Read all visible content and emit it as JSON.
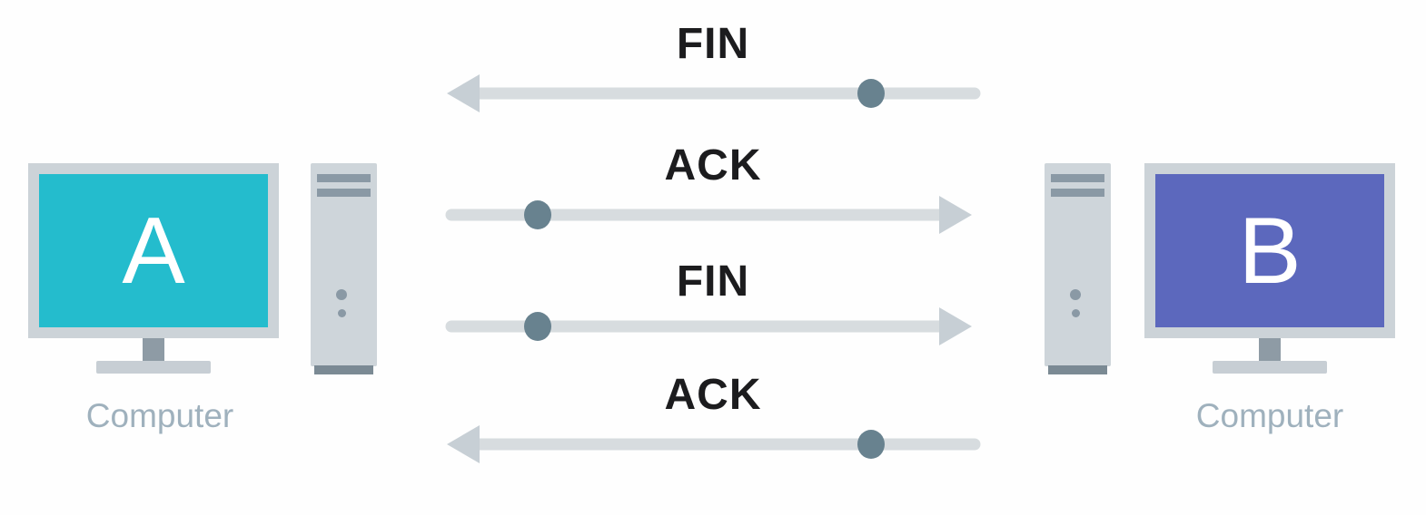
{
  "computers": [
    {
      "letter": "A",
      "label": "Computer",
      "screen_color": "#24bccd"
    },
    {
      "letter": "B",
      "label": "Computer",
      "screen_color": "#5c68bd"
    }
  ],
  "messages": [
    {
      "label": "FIN",
      "direction": "left"
    },
    {
      "label": "ACK",
      "direction": "right"
    },
    {
      "label": "FIN",
      "direction": "right"
    },
    {
      "label": "ACK",
      "direction": "left"
    }
  ],
  "colors": {
    "screen_a": "#24bccd",
    "screen_b": "#5c68bd",
    "monitor_bezel": "#ccd3d8",
    "tower_body": "#ced5da",
    "tower_accent": "#8a99a5",
    "arrow_shaft": "#d7dcdf",
    "arrow_head": "#c7cfd5",
    "arrow_dot": "#68828f",
    "message_text": "#1c1c1e",
    "caption_text": "#9fb1bd"
  }
}
